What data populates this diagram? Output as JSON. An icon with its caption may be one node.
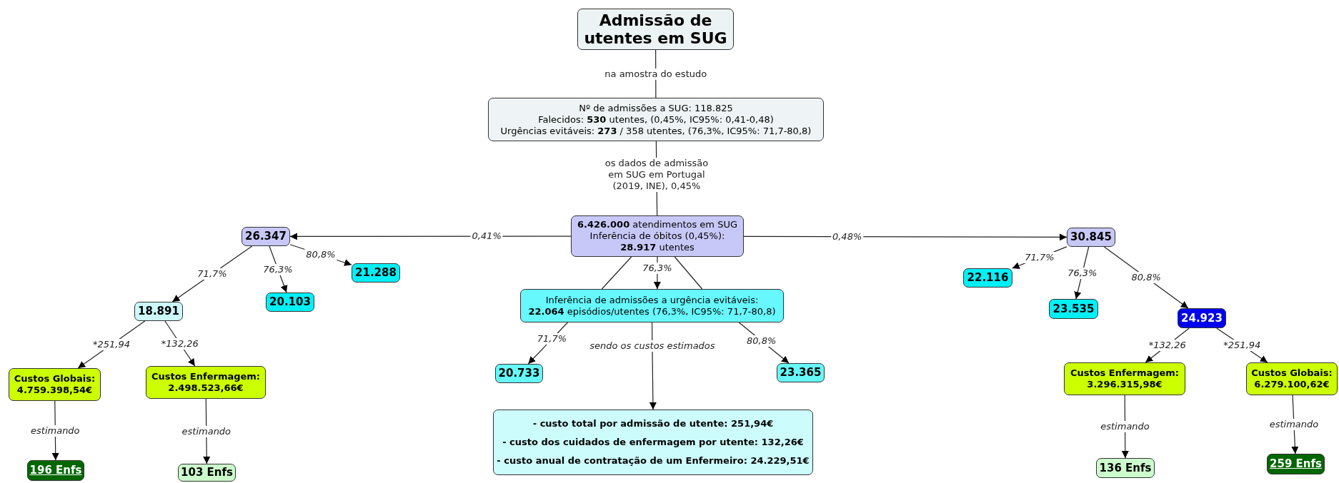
{
  "diagram": {
    "nodes": [
      {
        "text": [
          "Admissão de utentes em SUG"
        ]
      },
      {
        "text": [
          "Nº de admissões a SUG: 118.825",
          "Falecidos: **530** utentes, (0,45%, IC95%: 0,41-0,48)",
          "Urgências evitáveis: **273** / 358 utentes, (76,3%, IC95%: 71,7-80,8)"
        ]
      },
      {
        "text": [
          "**6.426.000** atendimentos em SUG Inferência de óbitos (0,45%): **28.917** utentes"
        ]
      },
      {
        "text": [
          "26.347"
        ]
      },
      {
        "text": [
          "18.891"
        ]
      },
      {
        "text": [
          "20.103"
        ]
      },
      {
        "text": [
          "21.288"
        ]
      },
      {
        "text": [
          "Custos Globais: 4.759.398,54€"
        ]
      },
      {
        "text": [
          "Custos Enfermagem: 2.498.523,66€"
        ]
      },
      {
        "text": [
          "196 Enfs"
        ]
      },
      {
        "text": [
          "103 Enfs"
        ]
      },
      {
        "text": [
          "Inferência de admissões a urgência evitáveis: **22.064** episódios/utentes (76,3%, IC95%: 71,7-80,8)"
        ]
      },
      {
        "text": [
          "20.733"
        ]
      },
      {
        "text": [
          "23.365"
        ]
      },
      {
        "text": [
          "- custo total por admissão de utente: 251,94€",
          "- custo dos cuidados de enfermagem por utente: 132,26€",
          "- custo anual de contratação de um Enfermeiro: 24.229,51€"
        ]
      },
      {
        "text": [
          "30.845"
        ]
      },
      {
        "text": [
          "22.116"
        ]
      },
      {
        "text": [
          "23.535"
        ]
      },
      {
        "text": [
          "24.923"
        ]
      },
      {
        "text": [
          "Custos Enfermagem: 3.296.315,98€"
        ]
      },
      {
        "text": [
          "Custos Globais: 6.279.100,62€"
        ]
      },
      {
        "text": [
          "136 Enfs"
        ]
      },
      {
        "text": [
          "259 Enfs"
        ]
      }
    ],
    "edges": [
      {
        "from": 0,
        "to": 1,
        "arrow": "none",
        "label": "na amostra do estudo"
      },
      {
        "from": 1,
        "to": 2,
        "arrow": "none",
        "label": "os dados de admissão em SUG em Portugal (2019, INE), 0,45%"
      },
      {
        "from": 2,
        "to": 3,
        "arrow": "to",
        "label": "0,41%"
      },
      {
        "from": 2,
        "to": 15,
        "arrow": "to",
        "label": "0,48%"
      },
      {
        "from": 3,
        "to": 4,
        "arrow": "to",
        "label": "71,7%"
      },
      {
        "from": 3,
        "to": 5,
        "arrow": "to",
        "label": "76,3%"
      },
      {
        "from": 3,
        "to": 6,
        "arrow": "to",
        "label": "80,8%"
      },
      {
        "from": 4,
        "to": 7,
        "arrow": "to",
        "label": "*251,94"
      },
      {
        "from": 4,
        "to": 8,
        "arrow": "to",
        "label": "*132,26"
      },
      {
        "from": 7,
        "to": 9,
        "arrow": "to",
        "label": "estimando"
      },
      {
        "from": 8,
        "to": 10,
        "arrow": "to",
        "label": "estimando"
      },
      {
        "from": 2,
        "to": 11,
        "arrow": "none"
      },
      {
        "from": 2,
        "to": 11,
        "arrow": "to",
        "label": "76,3%"
      },
      {
        "from": 2,
        "to": 11,
        "arrow": "none"
      },
      {
        "from": 11,
        "to": 12,
        "arrow": "to",
        "label": "71,7%"
      },
      {
        "from": 11,
        "to": 14,
        "arrow": "to",
        "label": "sendo os custos estimados"
      },
      {
        "from": 11,
        "to": 13,
        "arrow": "to",
        "label": "80,8%"
      },
      {
        "from": 15,
        "to": 16,
        "arrow": "to",
        "label": "71,7%"
      },
      {
        "from": 15,
        "to": 17,
        "arrow": "to",
        "label": "76,3%"
      },
      {
        "from": 15,
        "to": 18,
        "arrow": "to",
        "label": "80,8%"
      },
      {
        "from": 18,
        "to": 19,
        "arrow": "to",
        "label": "*132,26"
      },
      {
        "from": 18,
        "to": 20,
        "arrow": "to",
        "label": "*251,94"
      },
      {
        "from": 19,
        "to": 21,
        "arrow": "to",
        "label": "estimando"
      },
      {
        "from": 20,
        "to": 22,
        "arrow": "to",
        "label": "estimando"
      }
    ]
  }
}
